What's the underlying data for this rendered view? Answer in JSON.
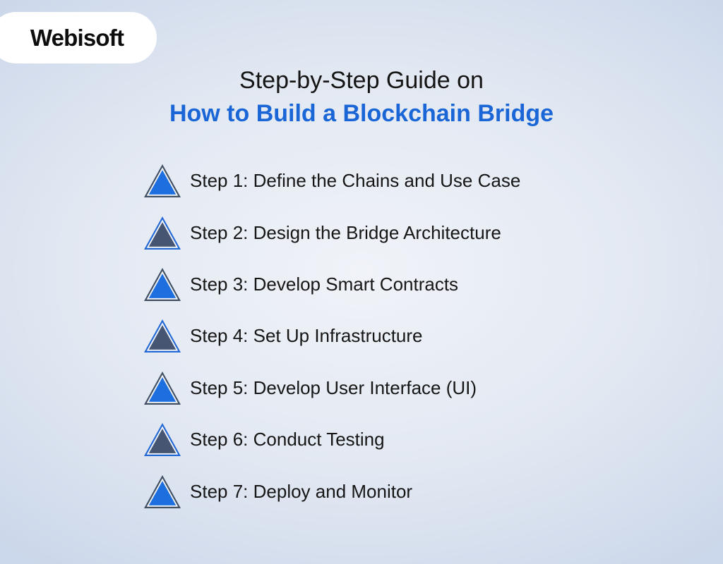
{
  "logo": {
    "text": "Webisoft"
  },
  "title": {
    "line1": "Step-by-Step Guide on",
    "line2": "How to Build a Blockchain Bridge"
  },
  "steps": [
    {
      "label": "Step 1: Define the Chains and Use Case",
      "icon": "triangle-icon",
      "variant": "blue"
    },
    {
      "label": "Step 2: Design the Bridge Architecture",
      "icon": "triangle-icon",
      "variant": "dark"
    },
    {
      "label": "Step 3: Develop Smart Contracts",
      "icon": "triangle-icon",
      "variant": "blue"
    },
    {
      "label": "Step 4: Set Up Infrastructure",
      "icon": "triangle-icon",
      "variant": "dark"
    },
    {
      "label": "Step 5: Develop User Interface (UI)",
      "icon": "triangle-icon",
      "variant": "blue"
    },
    {
      "label": "Step 6: Conduct Testing",
      "icon": "triangle-icon",
      "variant": "dark"
    },
    {
      "label": "Step 7: Deploy and Monitor",
      "icon": "triangle-icon",
      "variant": "blue"
    }
  ],
  "colors": {
    "background_center": "#f0f3f8",
    "background_edge": "#cbd7ea",
    "title_accent": "#1b66d6",
    "triangle_blue": "#1d6fe0",
    "triangle_dark": "#465571",
    "triangle_border_on_blue": "#414f63",
    "triangle_border_on_dark": "#2368d4",
    "triangle_inner_ring": "#f2f5fa"
  }
}
